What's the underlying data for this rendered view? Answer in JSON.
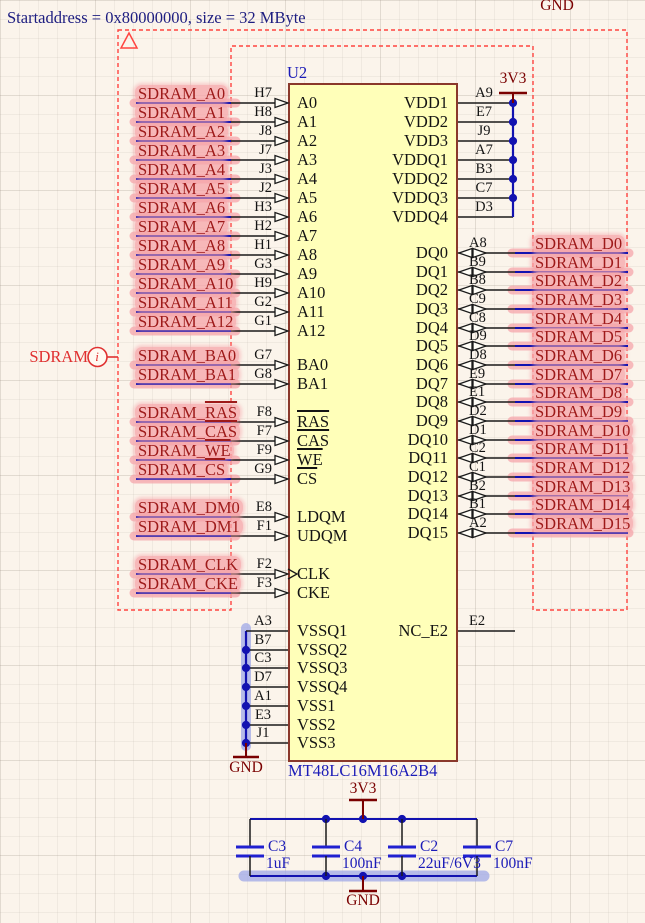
{
  "title": "Startaddress = 0x80000000, size = 32 MByte",
  "power": {
    "v33": "3V3",
    "gnd": "GND"
  },
  "directive": {
    "label": "SDRAM",
    "symbol": "i"
  },
  "chip": {
    "designator": "U2",
    "part_number": "MT48LC16M16A2B4"
  },
  "left_pin_groups": [
    {
      "pins": [
        {
          "net": "SDRAM_A0",
          "pin": "H7",
          "name": "A0"
        },
        {
          "net": "SDRAM_A1",
          "pin": "H8",
          "name": "A1"
        },
        {
          "net": "SDRAM_A2",
          "pin": "J8",
          "name": "A2"
        },
        {
          "net": "SDRAM_A3",
          "pin": "J7",
          "name": "A3"
        },
        {
          "net": "SDRAM_A4",
          "pin": "J3",
          "name": "A4"
        },
        {
          "net": "SDRAM_A5",
          "pin": "J2",
          "name": "A5"
        },
        {
          "net": "SDRAM_A6",
          "pin": "H3",
          "name": "A6"
        },
        {
          "net": "SDRAM_A7",
          "pin": "H2",
          "name": "A7"
        },
        {
          "net": "SDRAM_A8",
          "pin": "H1",
          "name": "A8"
        },
        {
          "net": "SDRAM_A9",
          "pin": "G3",
          "name": "A9"
        },
        {
          "net": "SDRAM_A10",
          "pin": "H9",
          "name": "A10"
        },
        {
          "net": "SDRAM_A11",
          "pin": "G2",
          "name": "A11"
        },
        {
          "net": "SDRAM_A12",
          "pin": "G1",
          "name": "A12"
        }
      ]
    },
    {
      "pins": [
        {
          "net": "SDRAM_BA0",
          "pin": "G7",
          "name": "BA0"
        },
        {
          "net": "SDRAM_BA1",
          "pin": "G8",
          "name": "BA1"
        }
      ]
    },
    {
      "pins": [
        {
          "net_prefix": "SDRAM_",
          "net_suffix": "RAS",
          "pin": "F8",
          "name": "RAS",
          "overline": true
        },
        {
          "net_prefix": "SDRAM_",
          "net_suffix": "CAS",
          "pin": "F7",
          "name": "CAS",
          "overline": true
        },
        {
          "net_prefix": "SDRAM_",
          "net_suffix": "WE",
          "pin": "F9",
          "name": "WE",
          "overline": true
        },
        {
          "net_prefix": "SDRAM_",
          "net_suffix": "CS",
          "pin": "G9",
          "name": "CS",
          "overline": true
        }
      ]
    },
    {
      "pins": [
        {
          "net": "SDRAM_DM0",
          "pin": "E8",
          "name": "LDQM"
        },
        {
          "net": "SDRAM_DM1",
          "pin": "F1",
          "name": "UDQM"
        }
      ]
    },
    {
      "pins": [
        {
          "net": "SDRAM_CLK",
          "pin": "F2",
          "name": "CLK",
          "clock": true
        },
        {
          "net": "SDRAM_CKE",
          "pin": "F3",
          "name": "CKE"
        }
      ]
    }
  ],
  "vdd_pins": [
    {
      "name": "VDD1",
      "pin": "A9"
    },
    {
      "name": "VDD2",
      "pin": "E7"
    },
    {
      "name": "VDD3",
      "pin": "J9"
    },
    {
      "name": "VDDQ1",
      "pin": "A7"
    },
    {
      "name": "VDDQ2",
      "pin": "B3"
    },
    {
      "name": "VDDQ3",
      "pin": "C7"
    },
    {
      "name": "VDDQ4",
      "pin": "D3"
    }
  ],
  "dq_pins": [
    {
      "name": "DQ0",
      "pin": "A8",
      "net": "SDRAM_D0"
    },
    {
      "name": "DQ1",
      "pin": "B9",
      "net": "SDRAM_D1"
    },
    {
      "name": "DQ2",
      "pin": "B8",
      "net": "SDRAM_D2"
    },
    {
      "name": "DQ3",
      "pin": "C9",
      "net": "SDRAM_D3"
    },
    {
      "name": "DQ4",
      "pin": "C8",
      "net": "SDRAM_D4"
    },
    {
      "name": "DQ5",
      "pin": "D9",
      "net": "SDRAM_D5"
    },
    {
      "name": "DQ6",
      "pin": "D8",
      "net": "SDRAM_D6"
    },
    {
      "name": "DQ7",
      "pin": "E9",
      "net": "SDRAM_D7"
    },
    {
      "name": "DQ8",
      "pin": "E1",
      "net": "SDRAM_D8"
    },
    {
      "name": "DQ9",
      "pin": "D2",
      "net": "SDRAM_D9"
    },
    {
      "name": "DQ10",
      "pin": "D1",
      "net": "SDRAM_D10"
    },
    {
      "name": "DQ11",
      "pin": "C2",
      "net": "SDRAM_D11"
    },
    {
      "name": "DQ12",
      "pin": "C1",
      "net": "SDRAM_D12"
    },
    {
      "name": "DQ13",
      "pin": "B2",
      "net": "SDRAM_D13"
    },
    {
      "name": "DQ14",
      "pin": "B1",
      "net": "SDRAM_D14"
    },
    {
      "name": "DQ15",
      "pin": "A2",
      "net": "SDRAM_D15"
    }
  ],
  "nc_pin": {
    "name": "NC_E2",
    "pin": "E2"
  },
  "vss_pins": [
    {
      "name": "VSSQ1",
      "pin": "A3"
    },
    {
      "name": "VSSQ2",
      "pin": "B7"
    },
    {
      "name": "VSSQ3",
      "pin": "C3"
    },
    {
      "name": "VSSQ4",
      "pin": "D7"
    },
    {
      "name": "VSS1",
      "pin": "A1"
    },
    {
      "name": "VSS2",
      "pin": "E3"
    },
    {
      "name": "VSS3",
      "pin": "J1"
    }
  ],
  "decoupling": {
    "caps": [
      {
        "ref": "C3",
        "value": "1uF"
      },
      {
        "ref": "C4",
        "value": "100nF"
      },
      {
        "ref": "C2",
        "value": "22uF/6V3"
      },
      {
        "ref": "C7",
        "value": "100nF"
      }
    ]
  },
  "colors": {
    "chip_fill": "#FFFFB9",
    "chip_border": "#8A382B",
    "wire_blue": "#1212B0",
    "pin_black": "#1A1A1A",
    "net_label_red": "#9E1A1A",
    "designator_blue": "#1B1BB8",
    "power_dark_red": "#7A0000",
    "highlight_pink": "#F6A6AB",
    "highlight_periwinkle": "#9FA8E8",
    "blanket_red": "#FF4440"
  }
}
